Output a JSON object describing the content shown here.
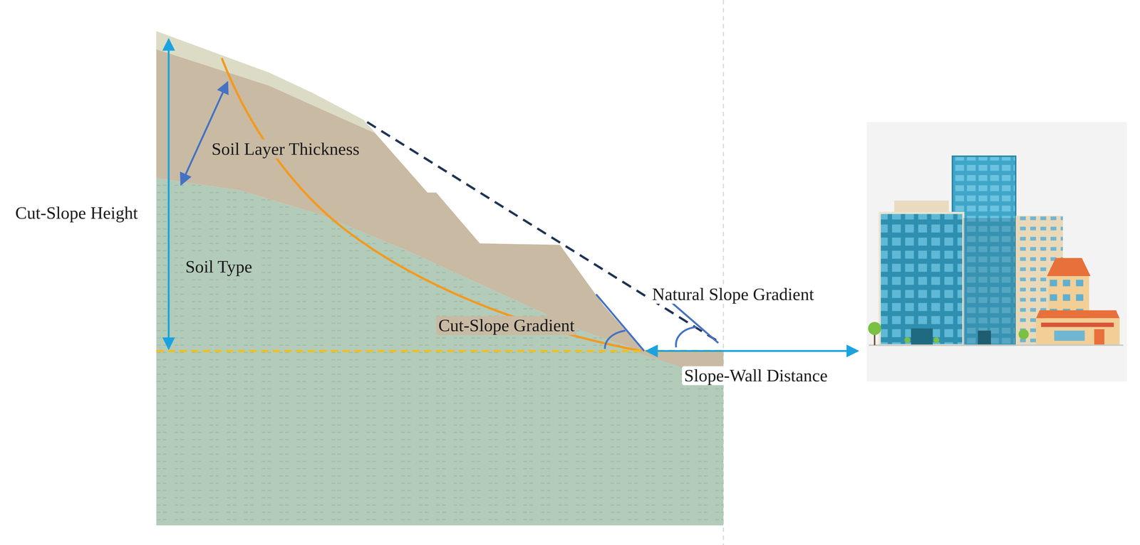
{
  "diagram": {
    "labels": [
      "Cut-Slope Height",
      "Soil Layer Thickness",
      "Soil Type",
      "Cut-Slope Gradient",
      "Natural Slope Gradient",
      "Slope-Wall Distance"
    ]
  }
}
